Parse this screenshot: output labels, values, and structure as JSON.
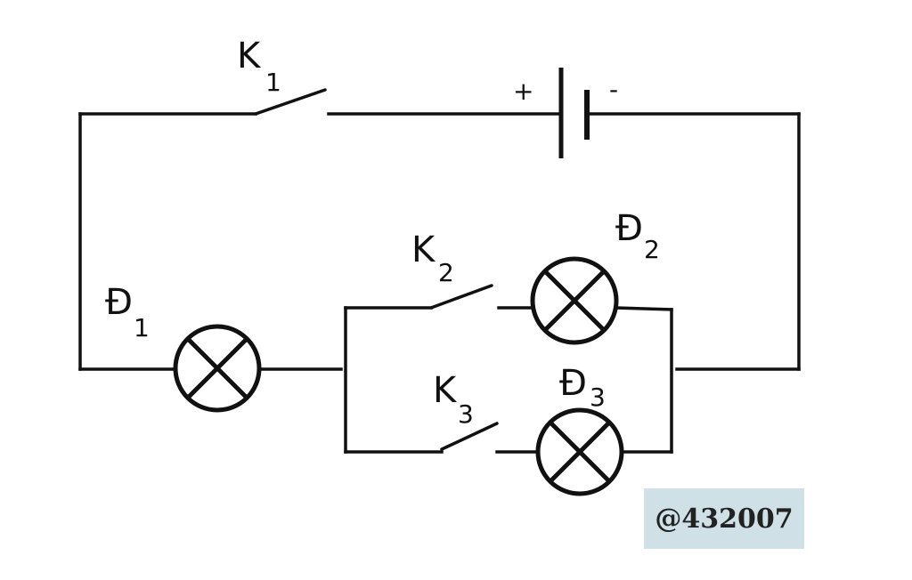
{
  "labels": {
    "k1": {
      "main": "K",
      "sub": "1"
    },
    "k2": {
      "main": "K",
      "sub": "2"
    },
    "k3": {
      "main": "K",
      "sub": "3"
    },
    "d1": {
      "main": "Đ",
      "sub": "1"
    },
    "d2": {
      "main": "Đ",
      "sub": "2"
    },
    "d3": {
      "main": "Đ",
      "sub": "3"
    }
  },
  "battery": {
    "plus": "+",
    "minus": "-"
  },
  "watermark": "@432007"
}
